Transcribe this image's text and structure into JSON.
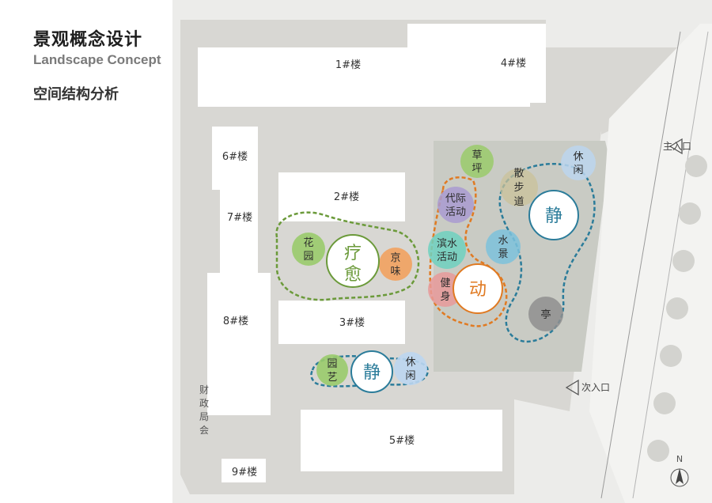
{
  "header": {
    "title_cn": "景观概念设计",
    "title_en": "Landscape Concept",
    "subtitle": "空间结构分析"
  },
  "buildings": {
    "b1": "1#楼",
    "b2": "2#楼",
    "b3": "3#楼",
    "b4": "4#楼",
    "b5": "5#楼",
    "b6": "6#楼",
    "b7": "7#楼",
    "b8": "8#楼",
    "b9": "9#楼"
  },
  "entrances": {
    "main": "主入口",
    "secondary": "次入口"
  },
  "side_label": {
    "l1": "财",
    "l2": "政",
    "l3": "局",
    "l4": "会"
  },
  "north": "N",
  "nodes": {
    "caoping": {
      "l1": "草",
      "l2": "坪"
    },
    "sanbudao": {
      "l1": "散",
      "l2": "步",
      "l3": "道"
    },
    "xiuxian_top": {
      "l1": "休",
      "l2": "闲"
    },
    "daiji": {
      "l1": "代际",
      "l2": "活动"
    },
    "binshui": {
      "l1": "滨水",
      "l2": "活动"
    },
    "shuijing": {
      "l1": "水",
      "l2": "景"
    },
    "jianshen": {
      "l1": "健",
      "l2": "身"
    },
    "ting": "亭",
    "huayuan": {
      "l1": "花",
      "l2": "园"
    },
    "jingwei": {
      "l1": "京",
      "l2": "味"
    },
    "yuanyi": {
      "l1": "园",
      "l2": "艺"
    },
    "xiuxian_bottom": {
      "l1": "休",
      "l2": "闲"
    }
  },
  "zones": {
    "liaoyu": {
      "l1": "疗",
      "l2": "愈"
    },
    "dong": "动",
    "jing_top": "静",
    "jing_bottom": "静"
  },
  "colors": {
    "site_gray": "#d8d7d3",
    "building": "#ffffff",
    "green_zone": "#6b9a3a",
    "orange_zone": "#e07a22",
    "blue_zone": "#2b7c9a",
    "node_green": "#9acb6b",
    "node_purple": "#a99bd1",
    "node_teal": "#6fd1c0",
    "node_blue": "#7cc2dc",
    "node_pink": "#e79a9a",
    "node_orange": "#f2a25f",
    "node_gray": "#8f8f8f",
    "node_lightblue": "#bcd6ef"
  }
}
